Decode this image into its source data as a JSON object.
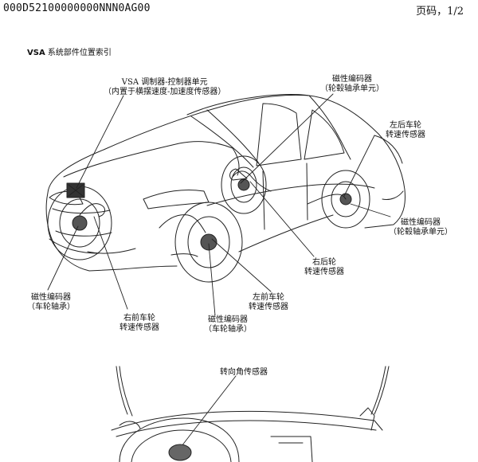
{
  "header": {
    "doc_code": "000D52100000000NNN0AG00",
    "page_label": "页码，",
    "page_number": "1/2"
  },
  "section": {
    "prefix": "VSA",
    "title": " 系统部件位置索引"
  },
  "labels": {
    "vsa_unit": [
      "VSA 调制器-控制器单元",
      "（内置于横摆速度-加速度传感器）"
    ],
    "encoder_hub_top": [
      "磁性编码器",
      "（轮毂轴承单元）"
    ],
    "left_rear_sensor": [
      "左后车轮",
      "转速传感器"
    ],
    "encoder_hub_right": [
      "磁性编码器",
      "（轮毂轴承单元）"
    ],
    "right_rear_sensor": [
      "右后轮",
      "转速传感器"
    ],
    "left_front_sensor": [
      "左前车轮",
      "转速传感器"
    ],
    "encoder_wheel_left": [
      "磁性编码器",
      "（车轮轴承）"
    ],
    "right_front_sensor": [
      "右前车轮",
      "转速传感器"
    ],
    "encoder_wheel_center": [
      "磁性编码器",
      "（车轮轴承）"
    ],
    "steering_angle_sensor": [
      "转向角传感器"
    ]
  }
}
